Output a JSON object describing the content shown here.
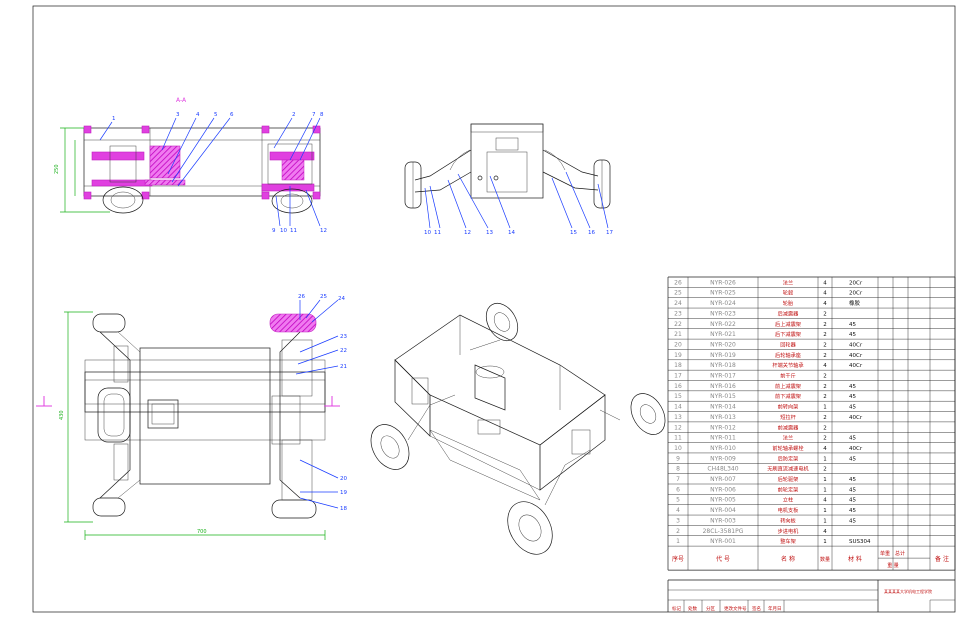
{
  "drawing": {
    "section_label": "A-A",
    "top_view_callouts": [
      "1",
      "2",
      "3",
      "4",
      "5",
      "6",
      "7",
      "8",
      "9",
      "10",
      "11",
      "12"
    ],
    "front_view_callouts": [
      "10",
      "11",
      "12",
      "13",
      "14",
      "15",
      "16",
      "17"
    ],
    "plan_view_callouts": [
      "18",
      "19",
      "20",
      "21",
      "22",
      "23",
      "24",
      "25",
      "26"
    ],
    "dimensions": {
      "top_height": "250",
      "plan_height": "430",
      "plan_width": "700"
    }
  },
  "bom": {
    "rows": [
      {
        "no": "26",
        "code": "NYR-026",
        "name": "法兰",
        "qty": "4",
        "material": "20Cr",
        "note": ""
      },
      {
        "no": "25",
        "code": "NYR-025",
        "name": "轮毂",
        "qty": "4",
        "material": "20Cr",
        "note": ""
      },
      {
        "no": "24",
        "code": "NYR-024",
        "name": "轮胎",
        "qty": "4",
        "material": "橡胶",
        "note": ""
      },
      {
        "no": "23",
        "code": "NYR-023",
        "name": "后减震器",
        "qty": "2",
        "material": "",
        "note": ""
      },
      {
        "no": "22",
        "code": "NYR-022",
        "name": "后上减震架",
        "qty": "2",
        "material": "45",
        "note": ""
      },
      {
        "no": "21",
        "code": "NYR-021",
        "name": "后下减震架",
        "qty": "2",
        "material": "45",
        "note": ""
      },
      {
        "no": "20",
        "code": "NYR-020",
        "name": "回轮器",
        "qty": "2",
        "material": "40Cr",
        "note": ""
      },
      {
        "no": "19",
        "code": "NYR-019",
        "name": "后轮轴承座",
        "qty": "2",
        "material": "40Cr",
        "note": ""
      },
      {
        "no": "18",
        "code": "NYR-018",
        "name": "杆端关节轴承",
        "qty": "4",
        "material": "40Cr",
        "note": ""
      },
      {
        "no": "17",
        "code": "NYR-017",
        "name": "前千斤",
        "qty": "2",
        "material": "",
        "note": ""
      },
      {
        "no": "16",
        "code": "NYR-016",
        "name": "前上减震架",
        "qty": "2",
        "material": "45",
        "note": ""
      },
      {
        "no": "15",
        "code": "NYR-015",
        "name": "前下减震架",
        "qty": "2",
        "material": "45",
        "note": ""
      },
      {
        "no": "14",
        "code": "NYR-014",
        "name": "前转向架",
        "qty": "1",
        "material": "45",
        "note": ""
      },
      {
        "no": "13",
        "code": "NYR-013",
        "name": "短拉杆",
        "qty": "2",
        "material": "40Cr",
        "note": ""
      },
      {
        "no": "12",
        "code": "NYR-012",
        "name": "前减震器",
        "qty": "2",
        "material": "",
        "note": ""
      },
      {
        "no": "11",
        "code": "NYR-011",
        "name": "法兰",
        "qty": "2",
        "material": "45",
        "note": ""
      },
      {
        "no": "10",
        "code": "NYR-010",
        "name": "前轮轴承螺栓",
        "qty": "4",
        "material": "40Cr",
        "note": ""
      },
      {
        "no": "9",
        "code": "NYR-009",
        "name": "后防定架",
        "qty": "1",
        "material": "45",
        "note": ""
      },
      {
        "no": "8",
        "code": "CH48L340",
        "name": "无刷直流减速电机",
        "qty": "2",
        "material": "",
        "note": ""
      },
      {
        "no": "7",
        "code": "NYR-007",
        "name": "后轮驱架",
        "qty": "1",
        "material": "45",
        "note": ""
      },
      {
        "no": "6",
        "code": "NYR-006",
        "name": "前轮定架",
        "qty": "1",
        "material": "45",
        "note": ""
      },
      {
        "no": "5",
        "code": "NYR-005",
        "name": "立柱",
        "qty": "4",
        "material": "45",
        "note": ""
      },
      {
        "no": "4",
        "code": "NYR-004",
        "name": "电机支板",
        "qty": "1",
        "material": "45",
        "note": ""
      },
      {
        "no": "3",
        "code": "NYR-003",
        "name": "转向板",
        "qty": "1",
        "material": "45",
        "note": ""
      },
      {
        "no": "2",
        "code": "28CL-3581PG",
        "name": "步进电机",
        "qty": "4",
        "material": "",
        "note": ""
      },
      {
        "no": "1",
        "code": "NYR-001",
        "name": "整车架",
        "qty": "1",
        "material": "SUS304",
        "note": ""
      }
    ],
    "header": {
      "no": "序号",
      "code": "代  号",
      "name": "名  称",
      "qty": "数量",
      "material": "材  料",
      "weight1": "单重",
      "weight2": "总计",
      "mass": "重  量",
      "note": "备  注"
    }
  },
  "titleblock": {
    "company": "某某某某大学机电工程学院",
    "labels": [
      "标记",
      "处数",
      "分区",
      "更改文件号",
      "签名",
      "年月日"
    ]
  }
}
